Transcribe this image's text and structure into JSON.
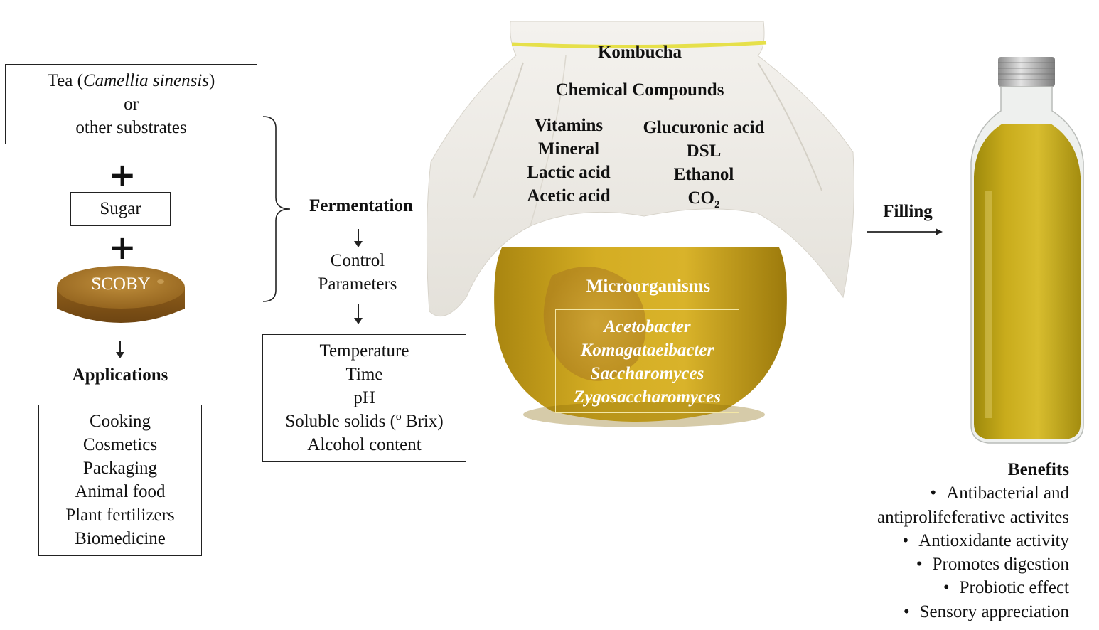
{
  "left": {
    "tea_line1_pre": "Tea (",
    "tea_line1_italic": "Camellia sinensis",
    "tea_line1_post": ")",
    "tea_line2": "or",
    "tea_line3": "other substrates",
    "plus": "+",
    "sugar": "Sugar",
    "scoby": "SCOBY",
    "applications_title": "Applications",
    "applications": [
      "Cooking",
      "Cosmetics",
      "Packaging",
      "Animal food",
      "Plant fertilizers",
      "Biomedicine"
    ]
  },
  "middle": {
    "fermentation": "Fermentation",
    "control_line1": "Control",
    "control_line2": "Parameters",
    "parameters": [
      "Temperature",
      "Time",
      "pH",
      "Soluble solids (º Brix)",
      "Alcohol content"
    ]
  },
  "jar": {
    "title": "Kombucha",
    "compounds_title": "Chemical Compounds",
    "compounds_left": [
      "Vitamins",
      "Mineral",
      "Lactic acid",
      "Acetic acid"
    ],
    "compounds_right": [
      "Glucuronic acid",
      "DSL",
      "Ethanol"
    ],
    "co2_main": "CO",
    "co2_sub": "2",
    "micro_title": "Microorganisms",
    "microorganisms": [
      "Acetobacter",
      "Komagataeibacter",
      "Saccharomyces",
      "Zygosaccharomyces"
    ]
  },
  "right": {
    "filling": "Filling",
    "benefits_title": "Benefits",
    "bullet": "•",
    "benefits": [
      {
        "bullet": true,
        "text": "Antibacterial and"
      },
      {
        "bullet": false,
        "text": "antiprolifeferative activites"
      },
      {
        "bullet": true,
        "text": "Antioxidante activity"
      },
      {
        "bullet": true,
        "text": "Promotes digestion"
      },
      {
        "bullet": true,
        "text": "Probiotic effect"
      },
      {
        "bullet": true,
        "text": "Sensory appreciation"
      }
    ]
  },
  "colors": {
    "liquid": "#c9a21a",
    "scoby": "#a97a2c",
    "cloth": "#f1efe9",
    "band": "#e6e04a"
  }
}
